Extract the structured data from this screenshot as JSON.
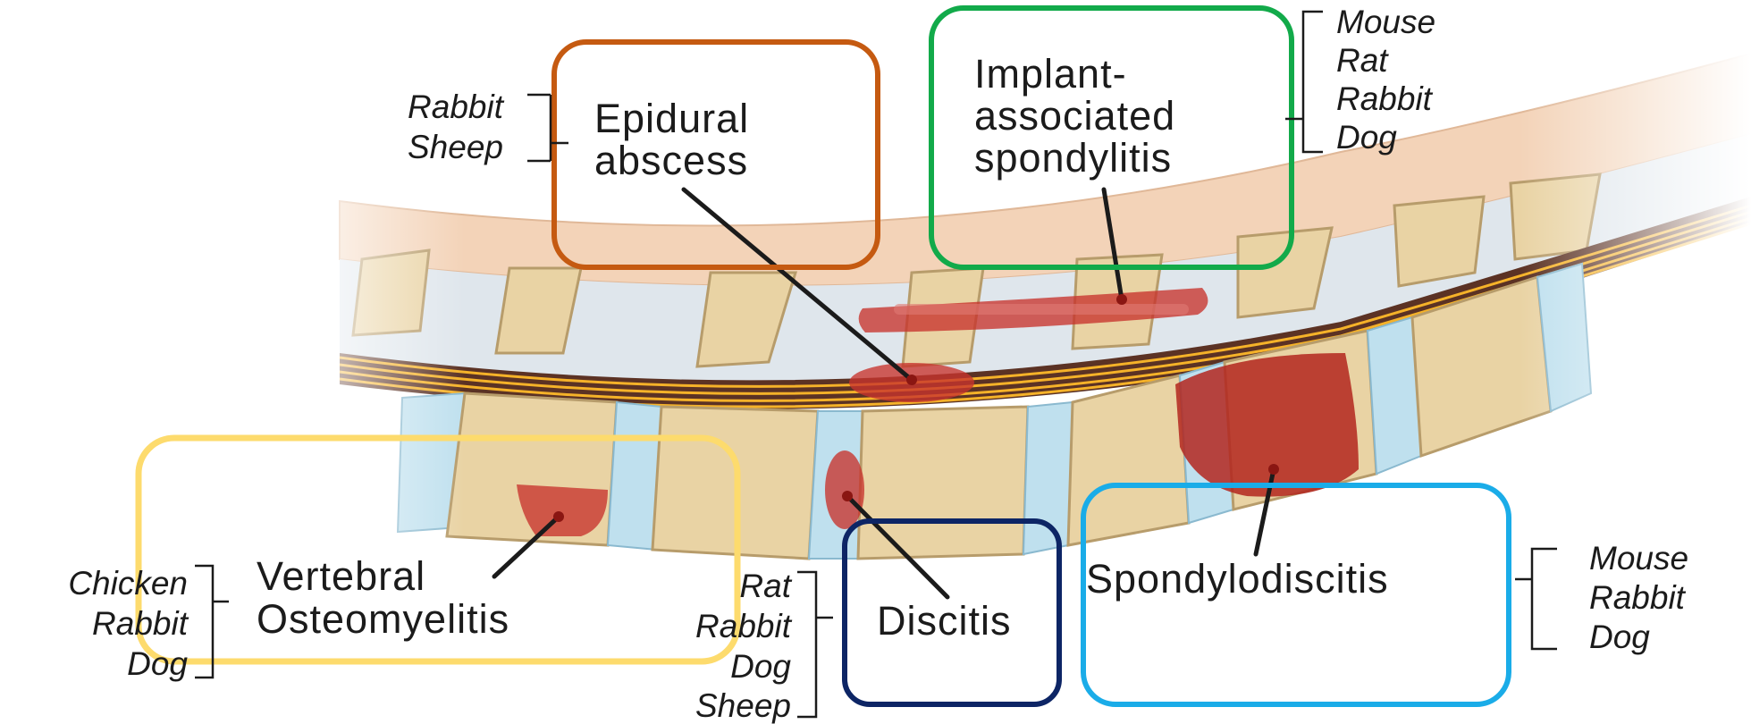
{
  "labels": {
    "epidural": {
      "title_line1": "Epidural",
      "title_line2": "abscess",
      "species": [
        "Rabbit",
        "Sheep"
      ],
      "box_color": "#c55a11"
    },
    "implant": {
      "title_line1": "Implant-",
      "title_line2": "associated",
      "title_line3": "spondylitis",
      "species": [
        "Mouse",
        "Rat",
        "Rabbit",
        "Dog"
      ],
      "box_color": "#12aa4a"
    },
    "vertebral": {
      "title_line1": "Vertebral",
      "title_line2": "Osteomyelitis",
      "species": [
        "Chicken",
        "Rabbit",
        "Dog"
      ],
      "box_color": "#fddb6d"
    },
    "discitis": {
      "title_line1": "Discitis",
      "species": [
        "Rat",
        "Rabbit",
        "Dog",
        "Sheep"
      ],
      "box_color": "#0d2565"
    },
    "spondylodiscitis": {
      "title_line1": "Spondylodiscitis",
      "species": [
        "Mouse",
        "Rabbit",
        "Dog"
      ],
      "box_color": "#1aace8"
    }
  },
  "colors": {
    "bone": "#e9d3a4",
    "disc": "#bfe0ee",
    "nerve": "#f5b229",
    "lesion": "#c8332d",
    "skin": "#f3d3b8"
  }
}
